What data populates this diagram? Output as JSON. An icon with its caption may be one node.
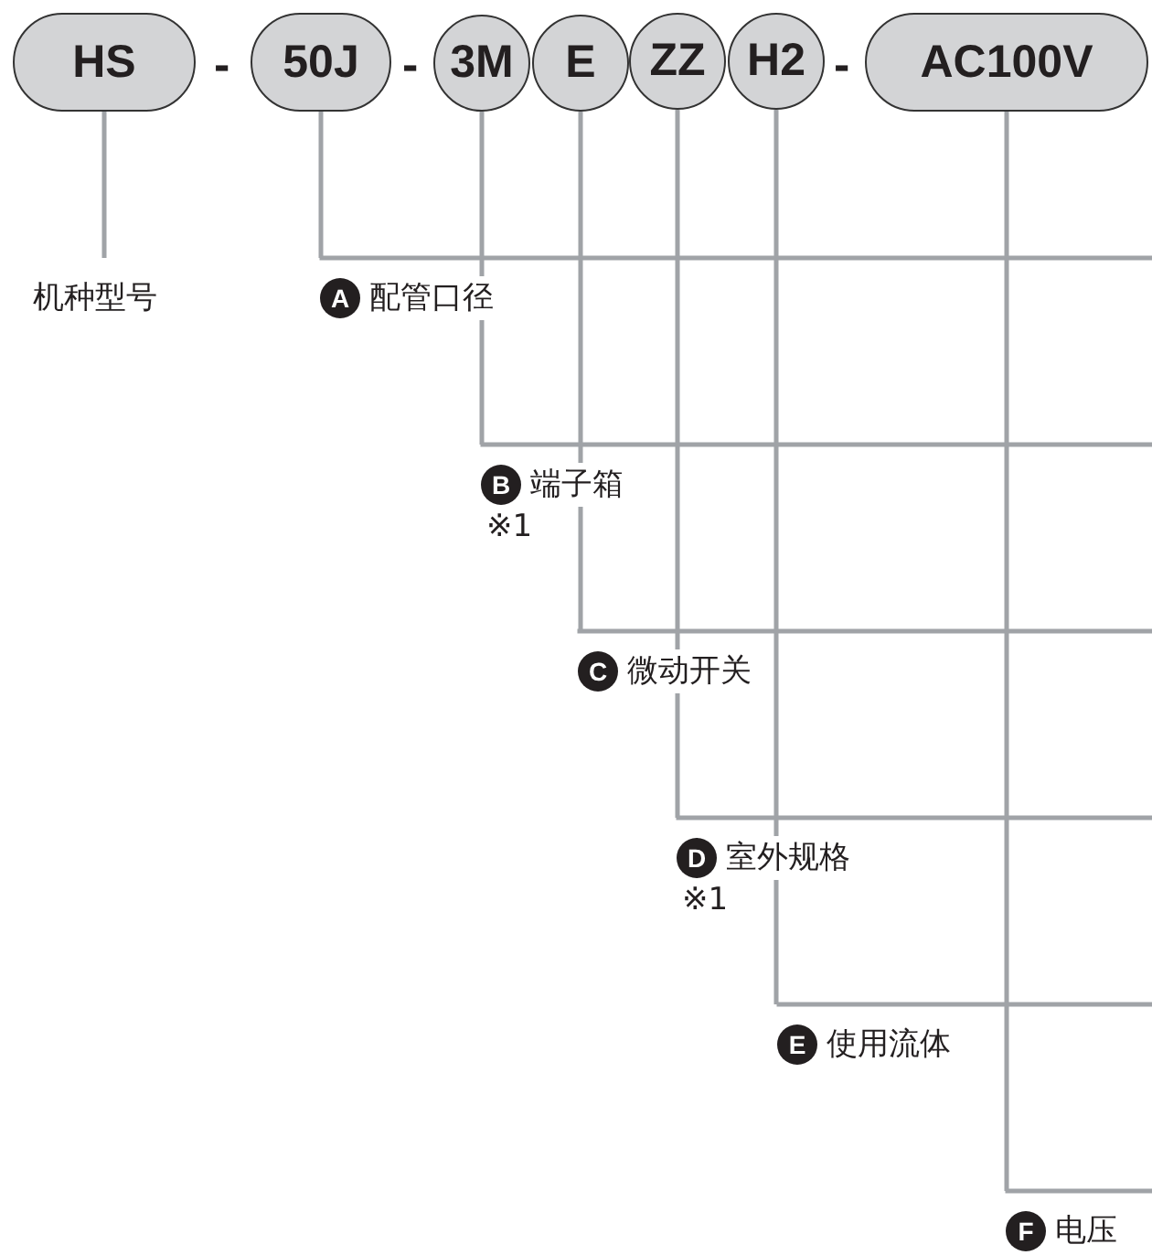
{
  "diagram": {
    "nodes": [
      {
        "text": [
          "HS"
        ]
      },
      {
        "text": [
          "50J"
        ]
      },
      {
        "text": [
          "3M"
        ]
      },
      {
        "text": [
          "E"
        ]
      },
      {
        "text": [
          "ZZ"
        ]
      },
      {
        "text": [
          "H2"
        ]
      },
      {
        "text": [
          "AC100V"
        ]
      },
      {
        "text": [
          "机种型号"
        ]
      },
      {
        "text": [
          "A",
          "配管口径"
        ]
      },
      {
        "text": [
          "B",
          "端子箱",
          "※1"
        ]
      },
      {
        "text": [
          "C",
          "微动开关"
        ]
      },
      {
        "text": [
          "D",
          "室外规格",
          "※1"
        ]
      },
      {
        "text": [
          "E",
          "使用流体"
        ]
      },
      {
        "text": [
          "F",
          "电压"
        ]
      }
    ],
    "edges": [
      {
        "from": 0,
        "to": 7,
        "arrow": "none"
      },
      {
        "from": 1,
        "to": 8,
        "arrow": "none"
      },
      {
        "from": 2,
        "to": 9,
        "arrow": "none"
      },
      {
        "from": 3,
        "to": 10,
        "arrow": "none"
      },
      {
        "from": 4,
        "to": 11,
        "arrow": "none"
      },
      {
        "from": 5,
        "to": 12,
        "arrow": "none"
      },
      {
        "from": 6,
        "to": 13,
        "arrow": "none"
      }
    ],
    "labels": [
      "-",
      "-",
      "-"
    ]
  }
}
